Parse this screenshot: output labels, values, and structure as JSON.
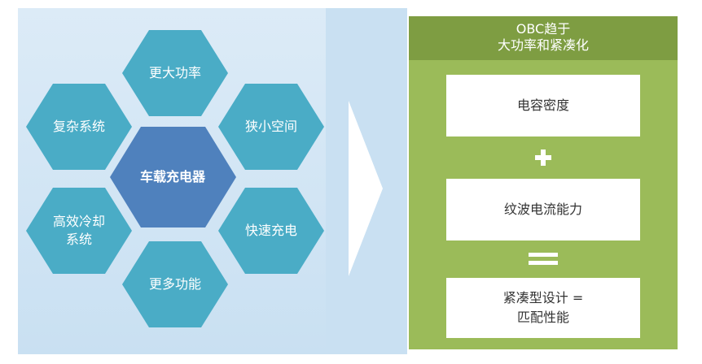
{
  "hexagons": {
    "top": "更大功率",
    "top_left": "复杂系统",
    "top_right": "狭小空间",
    "center": "车载充电器",
    "bottom_left_line1": "高效冷却",
    "bottom_left_line2": "系统",
    "bottom_right": "快速充电",
    "bottom": "更多功能"
  },
  "right": {
    "title_line1": "OBC趋于",
    "title_line2": "大功率和紧凑化",
    "box1": "电容密度",
    "box2": "纹波电流能力",
    "box3_line1": "紧凑型设计 =",
    "box3_line2": "匹配性能"
  },
  "colors": {
    "hex_outer": "#4aacc6",
    "hex_center": "#4f81bd",
    "left_bg": "#c9e0f2",
    "right_bg": "#9bbb59",
    "right_header": "#7e9d42"
  }
}
